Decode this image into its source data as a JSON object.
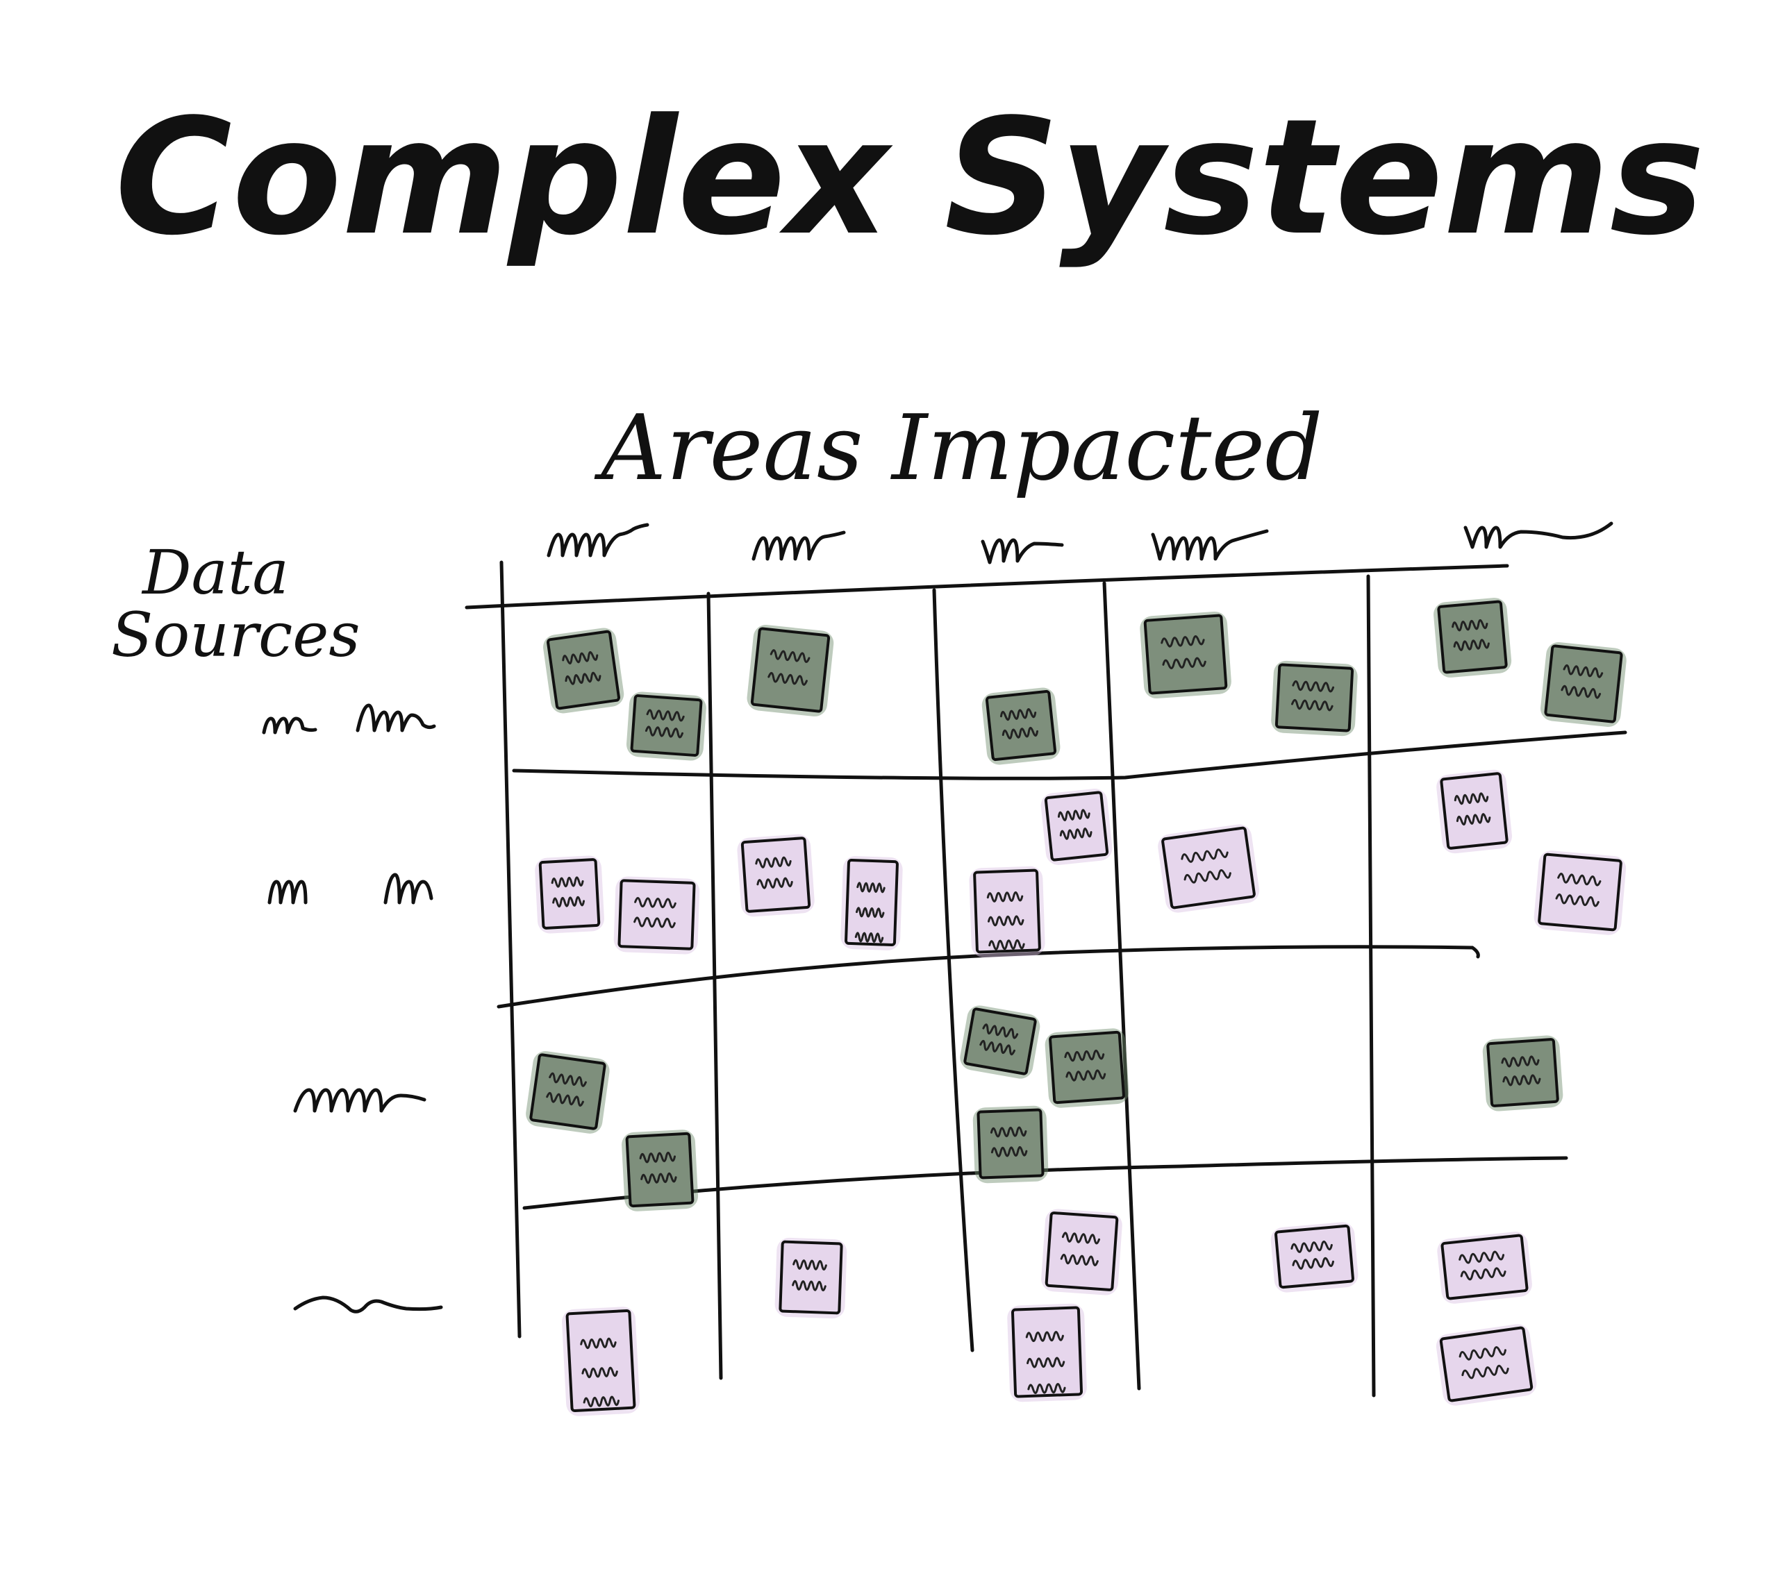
{
  "title": "Complex Systems",
  "column_axis_label": "Areas Impacted",
  "row_axis_label_line1": "Data",
  "row_axis_label_line2": "Sources",
  "colors": {
    "ink": "#111111",
    "green_note": "#7e8f7c",
    "green_note_shadow": "#6f8c6c",
    "purple_note": "#e6d6ec",
    "purple_note_shadow": "#d9c1e2"
  },
  "matrix": {
    "columns": 5,
    "rows": 4,
    "row_note_colors": [
      "green",
      "purple",
      "green",
      "purple"
    ],
    "notes_per_cell": [
      [
        2,
        1,
        1,
        2,
        2
      ],
      [
        2,
        2,
        2,
        1,
        2
      ],
      [
        2,
        0,
        3,
        0,
        1
      ],
      [
        1,
        1,
        2,
        1,
        2
      ]
    ]
  }
}
